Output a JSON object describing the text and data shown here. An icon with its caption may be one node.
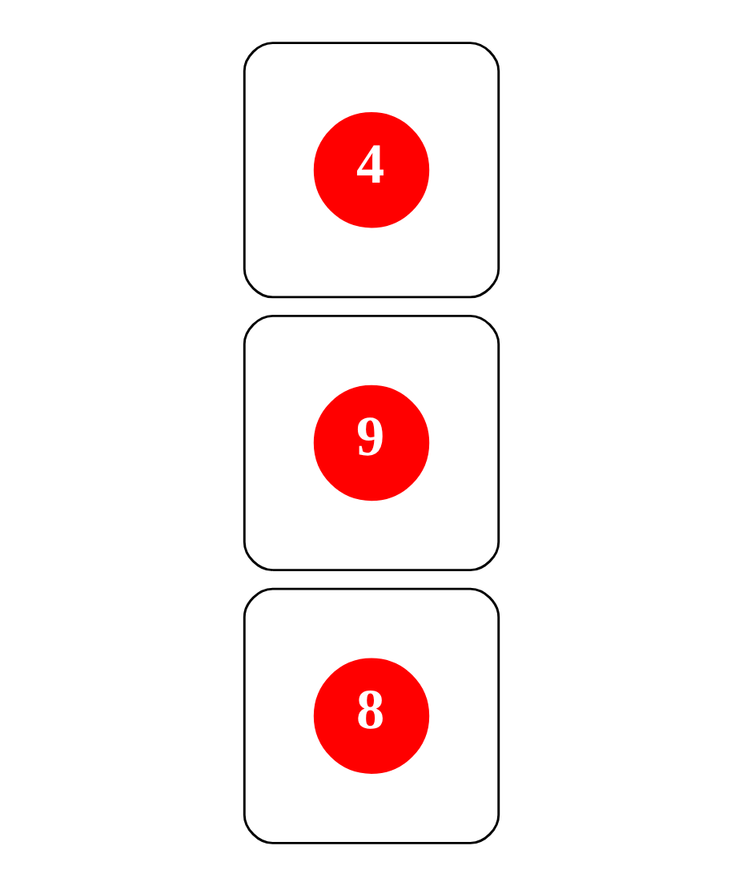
{
  "diagram": {
    "nodes": [
      {
        "text": [],
        "shape": "ellipse"
      },
      {
        "text": [
          "8"
        ],
        "in": 0
      },
      {
        "text": [],
        "shape": "ellipse"
      },
      {
        "text": [
          "9"
        ],
        "in": 2
      },
      {
        "text": [],
        "shape": "ellipse"
      },
      {
        "text": [
          "4"
        ],
        "in": 4
      }
    ],
    "edges": []
  }
}
